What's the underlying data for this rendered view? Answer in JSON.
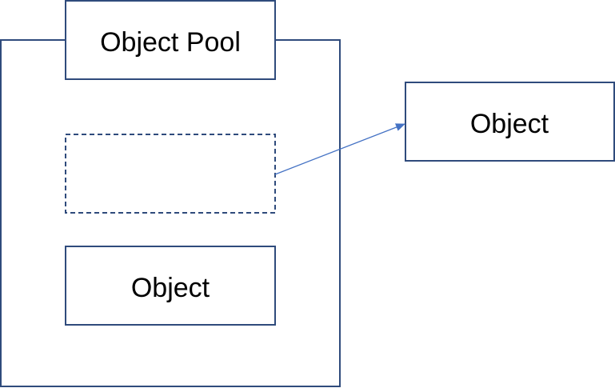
{
  "diagram": {
    "pool_title": "Object Pool",
    "pool_object_label": "Object",
    "external_object_label": "Object",
    "empty_slot_label": ""
  },
  "colors": {
    "stroke": "#2f4b7c",
    "arrow": "#4472c4",
    "text": "#000000",
    "background": "#ffffff"
  }
}
